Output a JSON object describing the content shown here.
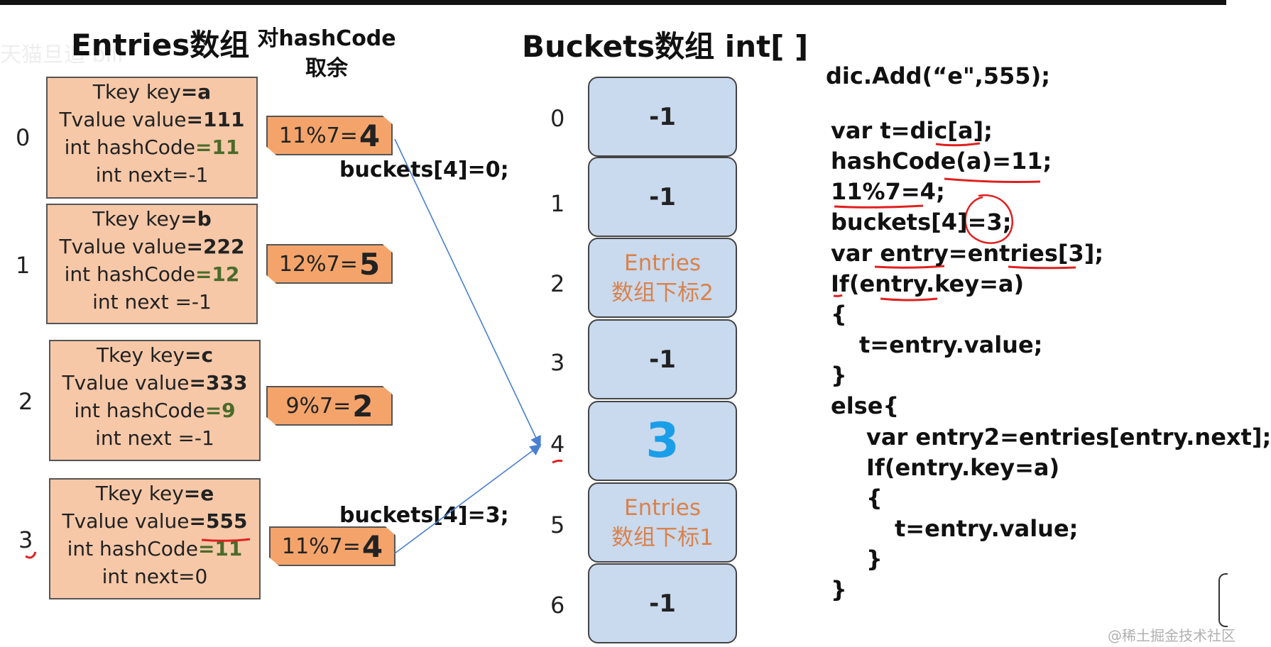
{
  "titles": {
    "entries": "Entries数组",
    "mod_header_line1": "对hashCode",
    "mod_header_line2": "取余",
    "buckets": "Buckets数组 int[ ]"
  },
  "entries": [
    {
      "index": "0",
      "key_label": "Tkey key",
      "key_val": "=a",
      "value_label": "Tvalue value",
      "value_val": "=111",
      "hash_label": "int hashCode",
      "hash_val": "=11",
      "next": "int next=-1"
    },
    {
      "index": "1",
      "key_label": "Tkey key",
      "key_val": "=b",
      "value_label": "Tvalue value",
      "value_val": "=222",
      "hash_label": "int hashCode",
      "hash_val": "=12",
      "next": "int next =-1"
    },
    {
      "index": "2",
      "key_label": "Tkey key",
      "key_val": "=c",
      "value_label": "Tvalue value",
      "value_val": "=333",
      "hash_label": "int hashCode",
      "hash_val": "=9",
      "next": "int next =-1"
    },
    {
      "index": "3",
      "key_label": "Tkey key",
      "key_val": "=e",
      "value_label": "Tvalue value",
      "value_val": "=555",
      "hash_label": "int hashCode",
      "hash_val": "=11",
      "next": "int next=0"
    }
  ],
  "mods": [
    {
      "expr": "11%7=",
      "result": "4"
    },
    {
      "expr": "12%7=",
      "result": "5"
    },
    {
      "expr": "9%7=",
      "result": "2"
    },
    {
      "expr": "11%7=",
      "result": "4"
    }
  ],
  "assignments": {
    "first": "buckets[4]=0;",
    "second": "buckets[4]=3;"
  },
  "buckets": [
    {
      "index": "0",
      "value": "-1"
    },
    {
      "index": "1",
      "value": "-1"
    },
    {
      "index": "2",
      "line1": "Entries",
      "line2": "数组下标2"
    },
    {
      "index": "3",
      "value": "-1"
    },
    {
      "index": "4",
      "value": "3"
    },
    {
      "index": "5",
      "line1": "Entries",
      "line2": "数组下标1"
    },
    {
      "index": "6",
      "value": "-1"
    }
  ],
  "code": {
    "header": "dic.Add(“e\",555);",
    "lines": [
      "var t=dic[a];",
      "hashCode(a)=11;",
      "11%7=4;",
      "buckets[4]=3;",
      "var entry=entries[3];",
      "If(entry.key=a)",
      "{",
      "t=entry.value;",
      "}",
      "else{",
      "var entry2=entries[entry.next];",
      "If(entry.key=a)",
      "{",
      "t=entry.value;",
      "}",
      "}"
    ]
  },
  "watermarks": {
    "top_left": "天猫旦追  bili",
    "bottom_right": "@稀土掘金技术社区"
  },
  "colors": {
    "entry_fill": "#f6c8a8",
    "mod_fill": "#f4a46b",
    "bucket_fill": "#c9d9ee",
    "highlight_blue": "#1a9ee8",
    "entry_ref_text": "#d9824a",
    "annotation_red": "#e02020",
    "arrow_blue": "#4a7fd0"
  }
}
